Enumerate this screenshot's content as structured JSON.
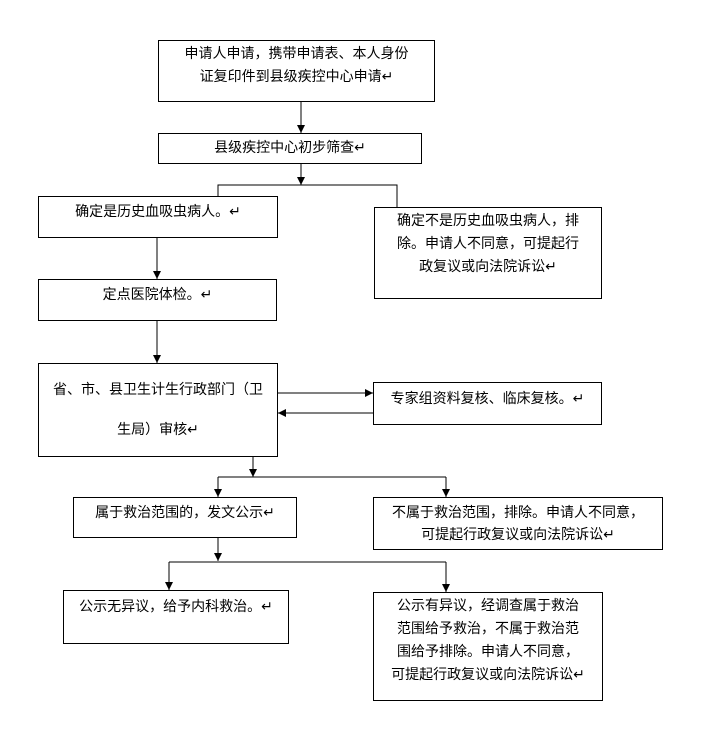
{
  "boxes": {
    "application": {
      "lines": [
        "申请人申请，携带申请表、本人身份",
        "证复印件到县级疾控中心申请↵"
      ]
    },
    "initial_screening": {
      "lines": [
        "县级疾控中心初步筛查↵"
      ]
    },
    "confirmed_patient": {
      "lines": [
        "确定是历史血吸虫病人。↵"
      ]
    },
    "not_patient": {
      "lines": [
        "确定不是历史血吸虫病人，排",
        "除。申请人不同意，可提起行",
        "政复议或向法院诉讼↵"
      ]
    },
    "hospital_exam": {
      "lines": [
        "定点医院体检。↵"
      ]
    },
    "health_dept_review": {
      "lines": [
        "省、市、县卫生计生行政部门（卫",
        "生局）审核↵"
      ]
    },
    "expert_review": {
      "lines": [
        "专家组资料复核、临床复核。↵"
      ]
    },
    "in_scope": {
      "lines": [
        "属于救治范围的，发文公示↵"
      ]
    },
    "out_of_scope": {
      "lines": [
        "不属于救治范围，排除。申请人不同意，",
        "可提起行政复议或向法院诉讼↵"
      ]
    },
    "no_objection": {
      "lines": [
        "公示无异议，给予内科救治。↵"
      ]
    },
    "objection": {
      "lines": [
        "公示有异议，经调查属于救治",
        "范围给予救治，不属于救治范",
        "围给予排除。申请人不同意，",
        "可提起行政复议或向法院诉讼↵"
      ]
    }
  }
}
